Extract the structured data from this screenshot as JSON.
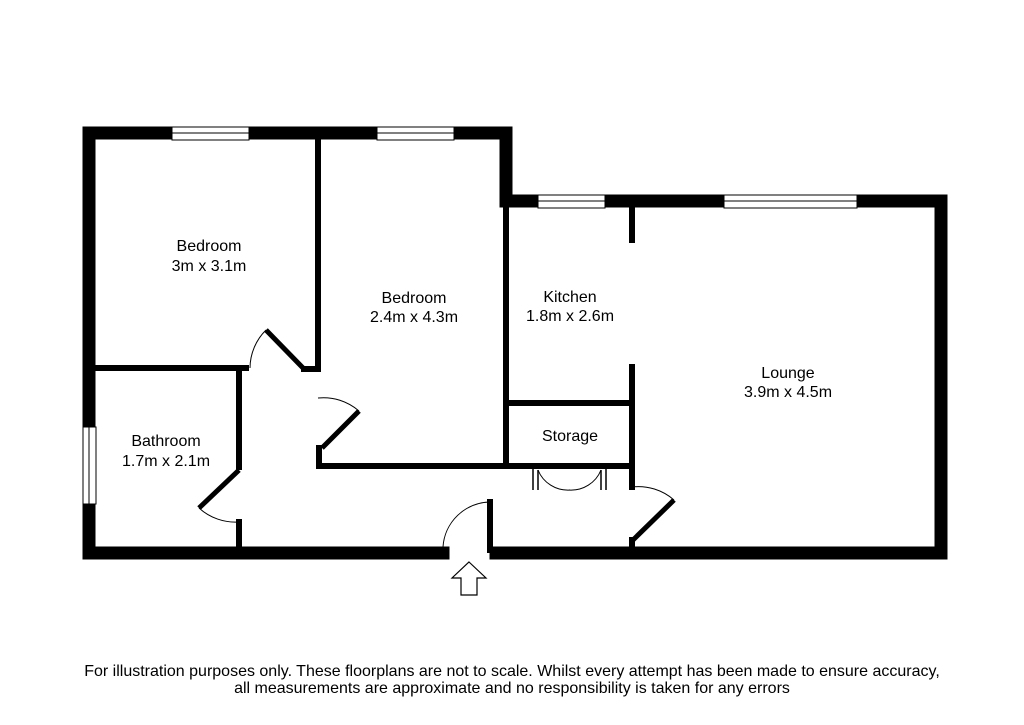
{
  "floorplan": {
    "rooms": [
      {
        "id": "bedroom-1",
        "name": "Bedroom",
        "size": "3m x 3.1m"
      },
      {
        "id": "bedroom-2",
        "name": "Bedroom",
        "size": "2.4m x 4.3m"
      },
      {
        "id": "kitchen",
        "name": "Kitchen",
        "size": "1.8m x 2.6m"
      },
      {
        "id": "lounge",
        "name": "Lounge",
        "size": "3.9m x 4.5m"
      },
      {
        "id": "bathroom",
        "name": "Bathroom",
        "size": "1.7m x 2.1m"
      },
      {
        "id": "storage",
        "name": "Storage",
        "size": ""
      }
    ],
    "entrance_icon": "up-arrow-icon"
  },
  "disclaimer": {
    "line1": "For illustration purposes only. These floorplans are not to scale. Whilst every attempt has been made to ensure accuracy,",
    "line2": "all measurements are approximate and no responsibility is taken for any errors"
  },
  "colors": {
    "wall": "#000000",
    "window": "#ffffff",
    "background": "#ffffff"
  }
}
